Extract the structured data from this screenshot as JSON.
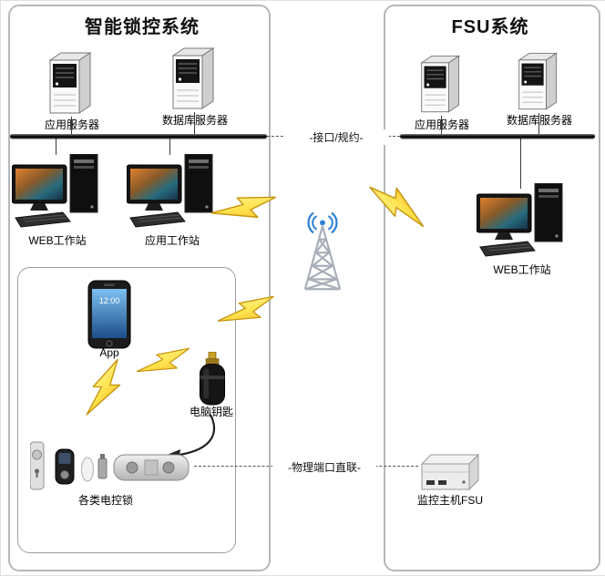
{
  "left_panel": {
    "title": "智能锁控系统",
    "servers": [
      {
        "label": "应用服务器"
      },
      {
        "label": "数据库服务器"
      }
    ],
    "workstations": [
      {
        "label": "WEB工作站"
      },
      {
        "label": "应用工作站"
      }
    ],
    "mobile": {
      "label": "App",
      "screen_time": "12:00"
    },
    "key": {
      "label": "电脑钥匙"
    },
    "locks": {
      "label": "各类电控锁"
    }
  },
  "right_panel": {
    "title": "FSU系统",
    "servers": [
      {
        "label": "应用服务器"
      },
      {
        "label": "数据库服务器"
      }
    ],
    "workstation": {
      "label": "WEB工作站"
    },
    "fsu_host": {
      "label": "监控主机FSU"
    }
  },
  "connectors": {
    "interface": "-接口/规约-",
    "physical": "-物理端口直联-"
  },
  "colors": {
    "bolt_fill": "#ffe34d",
    "bolt_edge": "#c7950e",
    "signal_blue": "#2a7fd4",
    "bus_black": "#000000",
    "panel_border": "#b7b7b7"
  }
}
